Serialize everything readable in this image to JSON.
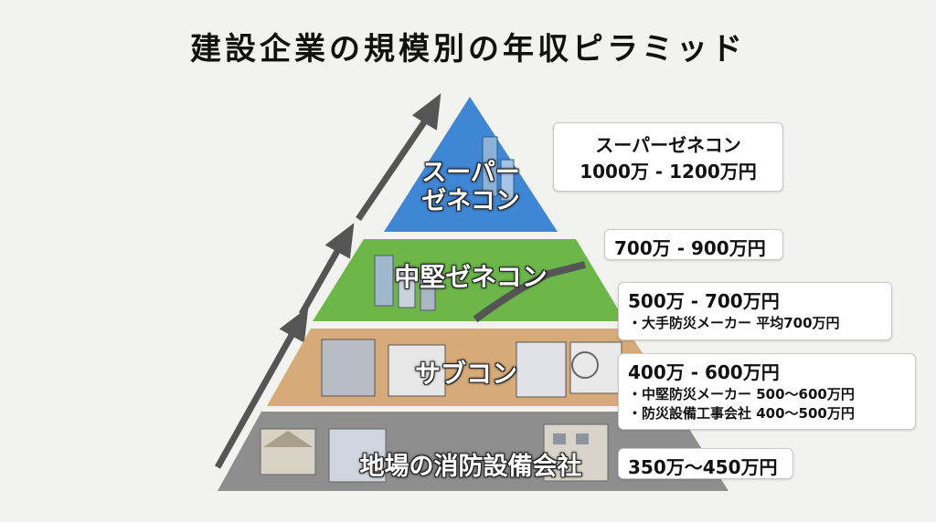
{
  "title": "建設企業の規模別の年収ピラミッド",
  "colors": {
    "tier1": "#3f86d4",
    "tier2": "#6db74a",
    "tier3": "#d6ab79",
    "tier4": "#8e8e8e",
    "arrow": "#555555"
  },
  "tiers": [
    {
      "label_lines": [
        "スーパー",
        "ゼネコン"
      ],
      "info_lines": [
        "スーパーゼネコン",
        "1000万 - 1200万円"
      ]
    },
    {
      "label_lines": [
        "中堅ゼネコン"
      ],
      "info_lines": [
        "700万 - 900万円"
      ]
    },
    {
      "label_lines": [
        "サブコン"
      ],
      "info_lines": [
        "500万 - 700万円",
        "・大手防災メーカー 平均700万円"
      ]
    },
    {
      "label_lines": [
        "地場の消防設備会社"
      ],
      "info_lines": [
        "350万〜450万円"
      ]
    }
  ],
  "subcon_box": {
    "range": "400万 - 600万円",
    "bullets": [
      "・中堅防災メーカー 500〜600万円",
      "・防災設備工事会社 400〜500万円"
    ]
  }
}
